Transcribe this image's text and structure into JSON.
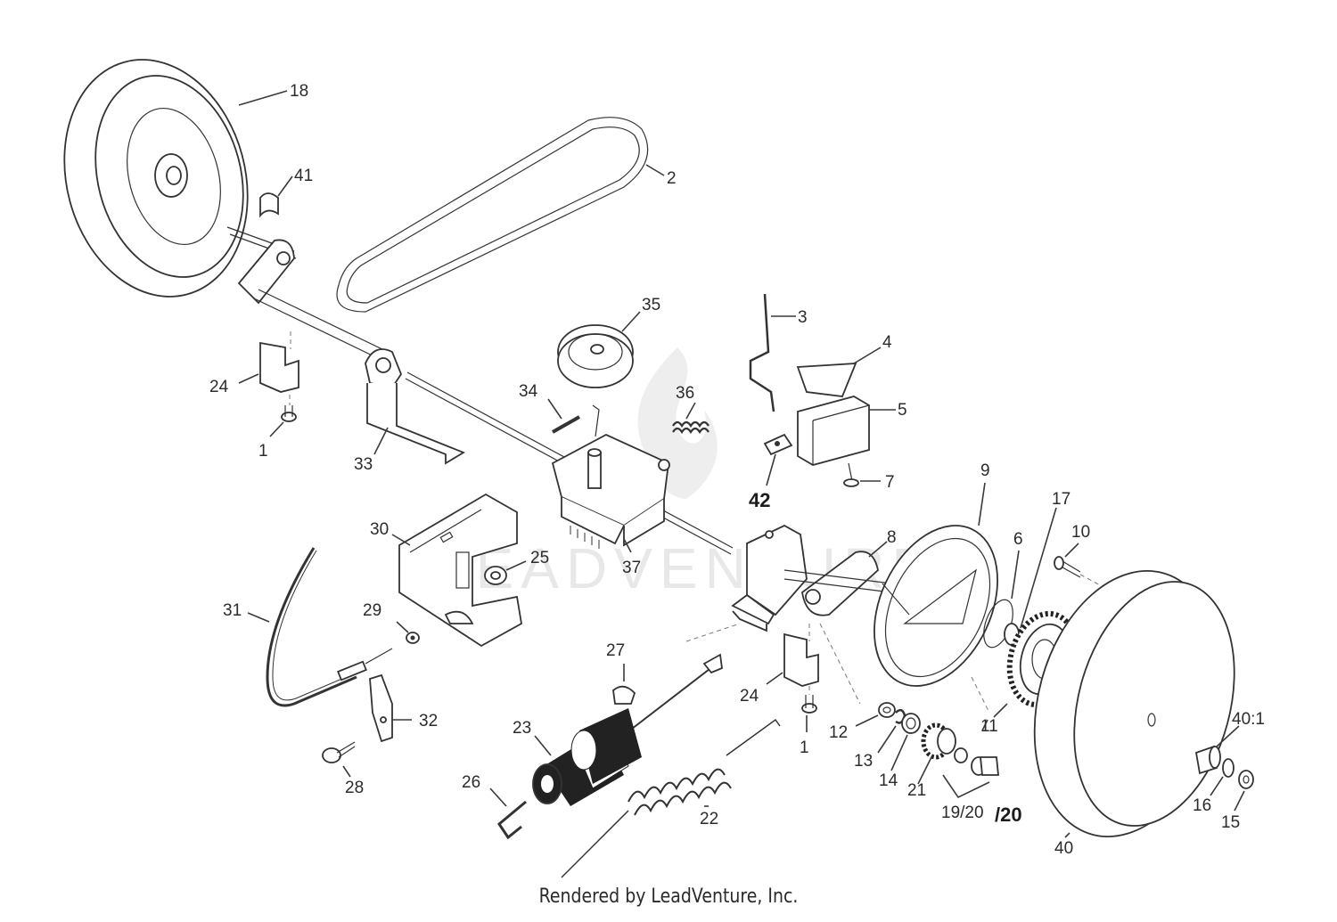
{
  "diagram": {
    "watermark": "LEADVENTURE",
    "credit": "Rendered by LeadVenture, Inc.",
    "callouts": [
      {
        "id": "c1a",
        "text": "1"
      },
      {
        "id": "c1b",
        "text": "1"
      },
      {
        "id": "c2",
        "text": "2"
      },
      {
        "id": "c3",
        "text": "3"
      },
      {
        "id": "c4",
        "text": "4"
      },
      {
        "id": "c5",
        "text": "5"
      },
      {
        "id": "c6",
        "text": "6"
      },
      {
        "id": "c7",
        "text": "7"
      },
      {
        "id": "c8",
        "text": "8"
      },
      {
        "id": "c9",
        "text": "9"
      },
      {
        "id": "c10",
        "text": "10"
      },
      {
        "id": "c11",
        "text": "11"
      },
      {
        "id": "c12",
        "text": "12"
      },
      {
        "id": "c13",
        "text": "13"
      },
      {
        "id": "c14",
        "text": "14"
      },
      {
        "id": "c15",
        "text": "15"
      },
      {
        "id": "c16",
        "text": "16"
      },
      {
        "id": "c17",
        "text": "17"
      },
      {
        "id": "c18",
        "text": "18"
      },
      {
        "id": "c1920",
        "text": "19/20"
      },
      {
        "id": "c20b",
        "text": "/20"
      },
      {
        "id": "c21",
        "text": "21"
      },
      {
        "id": "c22",
        "text": "22"
      },
      {
        "id": "c23",
        "text": "23"
      },
      {
        "id": "c24a",
        "text": "24"
      },
      {
        "id": "c24b",
        "text": "24"
      },
      {
        "id": "c25",
        "text": "25"
      },
      {
        "id": "c26",
        "text": "26"
      },
      {
        "id": "c27",
        "text": "27"
      },
      {
        "id": "c28",
        "text": "28"
      },
      {
        "id": "c29",
        "text": "29"
      },
      {
        "id": "c30",
        "text": "30"
      },
      {
        "id": "c31",
        "text": "31"
      },
      {
        "id": "c32",
        "text": "32"
      },
      {
        "id": "c33",
        "text": "33"
      },
      {
        "id": "c34",
        "text": "34"
      },
      {
        "id": "c35",
        "text": "35"
      },
      {
        "id": "c36",
        "text": "36"
      },
      {
        "id": "c37",
        "text": "37"
      },
      {
        "id": "c40",
        "text": "40"
      },
      {
        "id": "c401",
        "text": "40:1"
      },
      {
        "id": "c41",
        "text": "41"
      },
      {
        "id": "c42",
        "text": "42"
      }
    ]
  }
}
